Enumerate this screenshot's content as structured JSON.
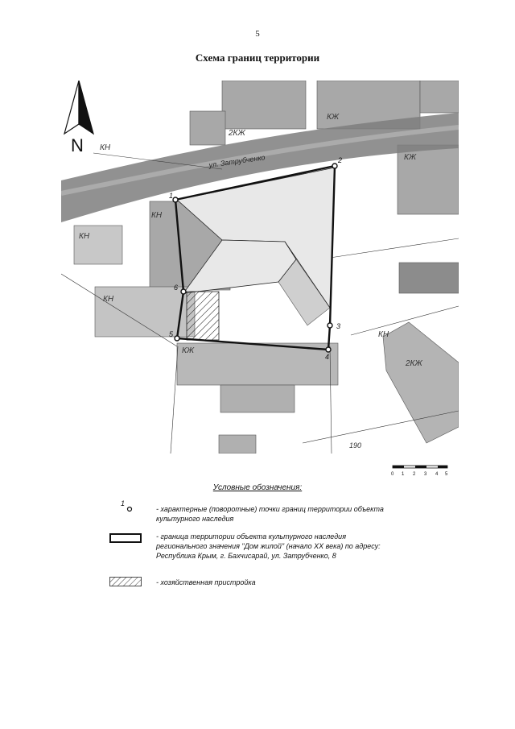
{
  "page": {
    "number": "5",
    "title": "Схема границ территории"
  },
  "map": {
    "north_label": "N",
    "street_label": "ул. Затрубченко",
    "parcel_labels": [
      "КН",
      "2КЖ",
      "КЖ",
      "КЖ",
      "КН",
      "КН",
      "КН",
      "КЖ",
      "КН",
      "2КЖ"
    ],
    "contour_label": "190",
    "boundary_points": [
      "1",
      "2",
      "3",
      "4",
      "5",
      "6"
    ],
    "colors": {
      "boundary": "#111111",
      "building_gray": "#9a9a9a",
      "street_gray": "#7a7a7a"
    }
  },
  "scale_bar": {
    "ticks": [
      "0",
      "1",
      "2",
      "3",
      "4",
      "5"
    ]
  },
  "legend": {
    "title": "Условные обозначения:",
    "point_label": "1",
    "items": [
      {
        "symbol": "point-marker",
        "text": "- характерные (поворотные) точки границ территории объекта культурного наследия"
      },
      {
        "symbol": "boundary-box",
        "text": "- граница территории объекта культурного наследия регионального значения \"Дом жилой\" (начало XX века) по адресу: Республика Крым, г. Бахчисарай, ул. Затрубченко, 8"
      },
      {
        "symbol": "hatch-box",
        "text": "- хозяйственная пристройка"
      }
    ]
  }
}
